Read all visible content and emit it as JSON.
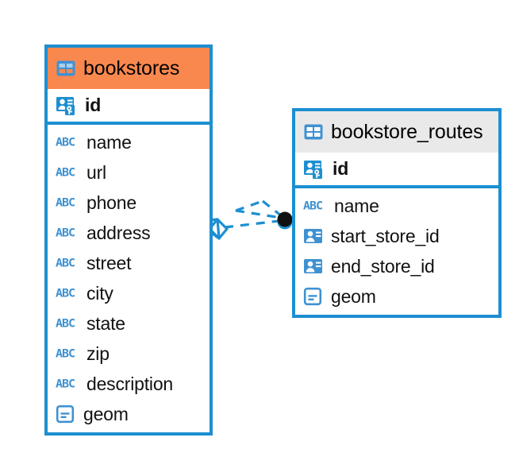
{
  "diagram": {
    "type": "entity-relationship-diagram",
    "background_color": "#ffffff",
    "accent_color": "#1d8fd1",
    "highlight_color": "#f9884f",
    "header_gray": "#e9e9e9"
  },
  "tables": [
    {
      "name": "bookstores",
      "header_style": "orange",
      "primary_key": {
        "label": "id",
        "icon": "primary-key-icon"
      },
      "fields": [
        {
          "label": "name",
          "icon": "text-abc-icon",
          "icon_text": "ABC"
        },
        {
          "label": "url",
          "icon": "text-abc-icon",
          "icon_text": "ABC"
        },
        {
          "label": "phone",
          "icon": "text-abc-icon",
          "icon_text": "ABC"
        },
        {
          "label": "address",
          "icon": "text-abc-icon",
          "icon_text": "ABC"
        },
        {
          "label": "street",
          "icon": "text-abc-icon",
          "icon_text": "ABC"
        },
        {
          "label": "city",
          "icon": "text-abc-icon",
          "icon_text": "ABC"
        },
        {
          "label": "state",
          "icon": "text-abc-icon",
          "icon_text": "ABC"
        },
        {
          "label": "zip",
          "icon": "text-abc-icon",
          "icon_text": "ABC"
        },
        {
          "label": "description",
          "icon": "text-abc-icon",
          "icon_text": "ABC"
        },
        {
          "label": "geom",
          "icon": "geometry-icon"
        }
      ]
    },
    {
      "name": "bookstore_routes",
      "header_style": "gray",
      "primary_key": {
        "label": "id",
        "icon": "primary-key-icon"
      },
      "fields": [
        {
          "label": "name",
          "icon": "text-abc-icon",
          "icon_text": "ABC"
        },
        {
          "label": "start_store_id",
          "icon": "foreign-key-icon"
        },
        {
          "label": "end_store_id",
          "icon": "foreign-key-icon"
        },
        {
          "label": "geom",
          "icon": "geometry-icon"
        }
      ]
    }
  ],
  "relationship": {
    "line_style": "dashed",
    "color": "#1d8fd1",
    "source_endpoint": "diamond-outline",
    "target_endpoint": "filled-circle-crowsfoot"
  }
}
